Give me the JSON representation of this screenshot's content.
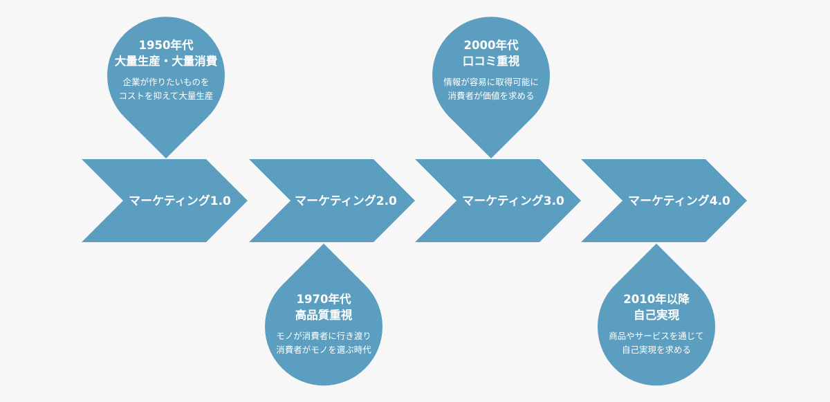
{
  "colors": {
    "shape": "#5c9ebf",
    "text": "#ffffff",
    "background": "#f7f7f7"
  },
  "stages": [
    {
      "label": "マーケティング1.0"
    },
    {
      "label": "マーケティング2.0"
    },
    {
      "label": "マーケティング3.0"
    },
    {
      "label": "マーケティング4.0"
    }
  ],
  "bubbles": [
    {
      "era": "1950年代",
      "theme": "大量生産・大量消費",
      "desc1": "企業が作りたいものを",
      "desc2": "コストを抑えて大量生産"
    },
    {
      "era": "1970年代",
      "theme": "高品質重視",
      "desc1": "モノが消費者に行き渡り",
      "desc2": "消費者がモノを選ぶ時代"
    },
    {
      "era": "2000年代",
      "theme": "口コミ重視",
      "desc1": "情報が容易に取得可能に",
      "desc2": "消費者が価値を求める"
    },
    {
      "era": "2010年以降",
      "theme": "自己実現",
      "desc1": "商品やサービスを通じて",
      "desc2": "自己実現を求める"
    }
  ]
}
